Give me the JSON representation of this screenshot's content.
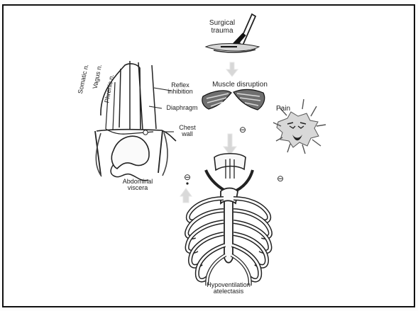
{
  "diagram": {
    "labels": {
      "surgical_trauma_line1": "Surgical",
      "surgical_trauma_line2": "trauma",
      "muscle_disruption": "Muscle disruption",
      "pain": "Pain",
      "reflex_inhibition_line1": "Reflex",
      "reflex_inhibition_line2": "inhibition",
      "diaphragm": "Diaphragm",
      "chest_wall_line1": "Chest",
      "chest_wall_line2": "wall",
      "abdominal_viscera_line1": "Abdominal",
      "abdominal_viscera_line2": "viscera",
      "hypoventilation_line1": "Hypoventilation",
      "hypoventilation_line2": "atelectasis",
      "somatic_n": "Somatic n.",
      "vagus_n": "Vagus n.",
      "phrenic_n": "Phrenic n."
    },
    "signs": {
      "minus_center": "⊖",
      "minus_left": "⊖",
      "minus_right": "⊖"
    },
    "colors": {
      "ink": "#222222",
      "muscle": "#8a8a8a",
      "arrow": "#c9c9c9",
      "background": "#ffffff"
    }
  }
}
